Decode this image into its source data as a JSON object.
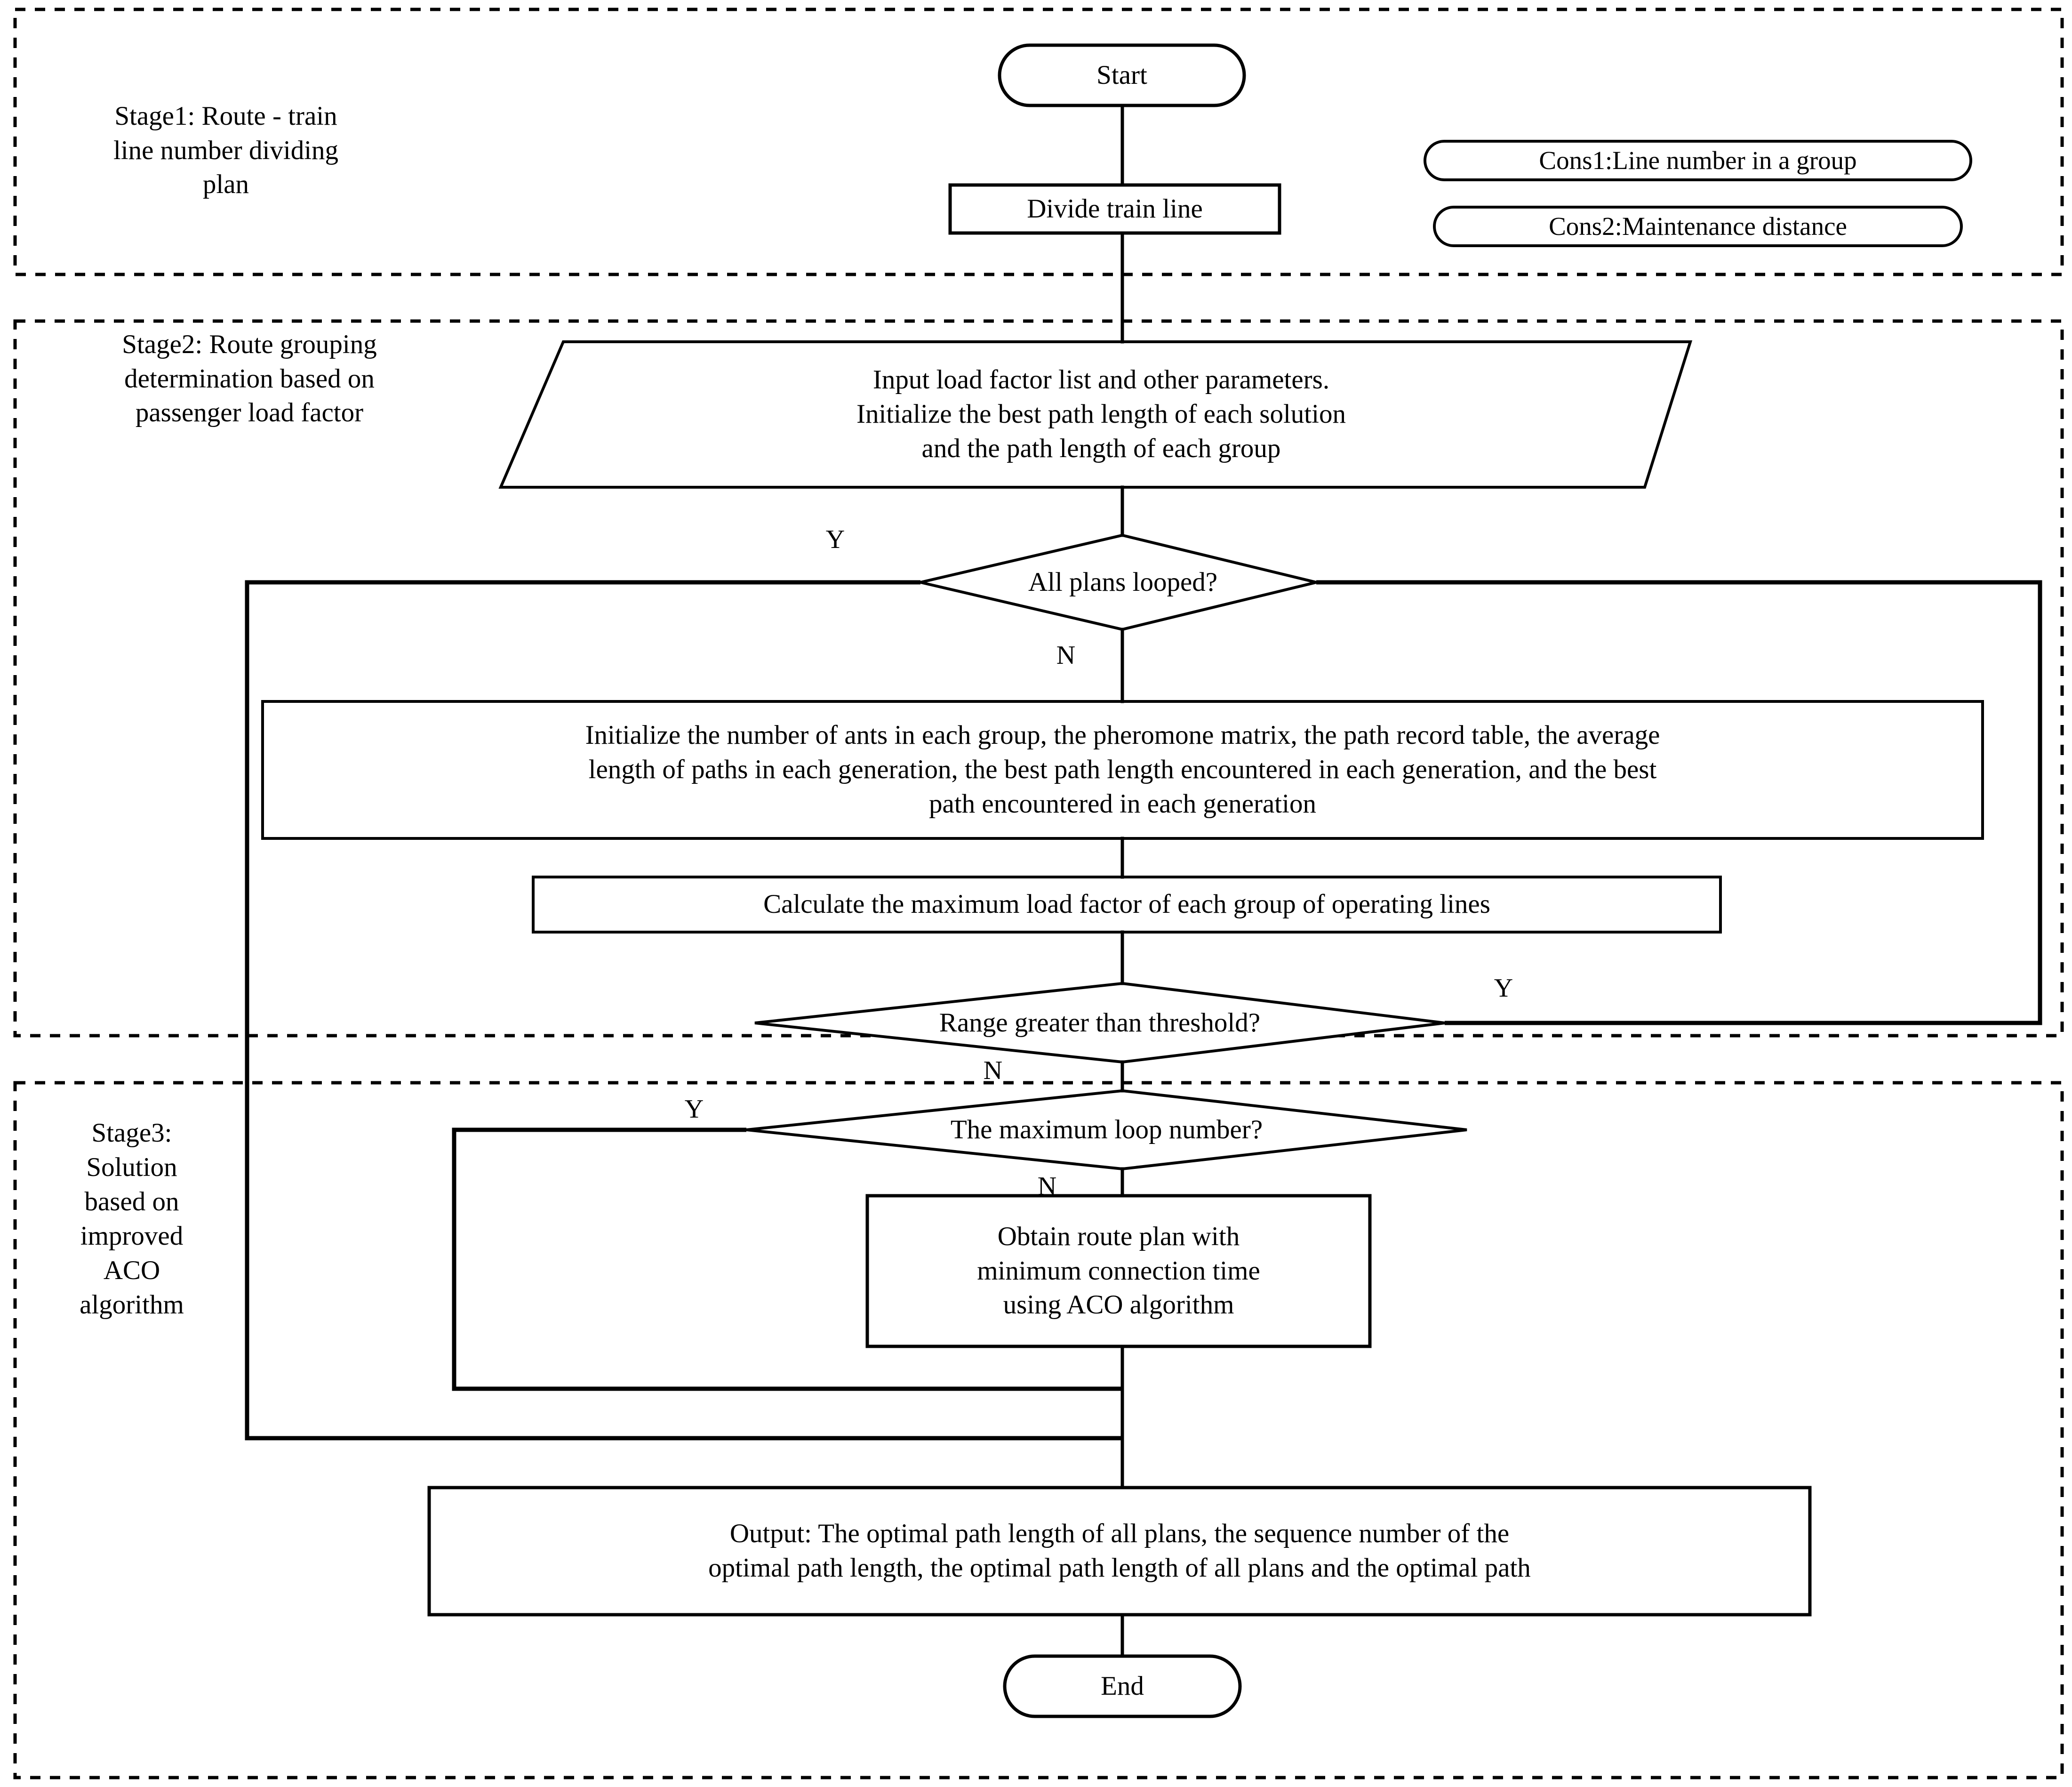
{
  "diagram": {
    "title": "Three-stage route planning flowchart",
    "stroke_color": "#000000",
    "background_color": "#ffffff"
  },
  "stages": [
    {
      "id": "stage1",
      "label": "Stage1: Route - train\nline number dividing\nplan"
    },
    {
      "id": "stage2",
      "label": "Stage2: Route grouping\ndetermination based on\npassenger load factor"
    },
    {
      "id": "stage3",
      "label": "Stage3:\nSolution\nbased on\nimproved\nACO\nalgorithm"
    }
  ],
  "constraints": [
    {
      "id": "cons1",
      "label": "Cons1:Line number in a group"
    },
    {
      "id": "cons2",
      "label": "Cons2:Maintenance distance"
    }
  ],
  "nodes": [
    {
      "id": "start",
      "shape": "terminator",
      "label": "Start"
    },
    {
      "id": "divide",
      "shape": "process",
      "label": "Divide train line"
    },
    {
      "id": "input",
      "shape": "parallelogram",
      "label": "Input load factor list and other parameters.\nInitialize the best path length of each solution\nand the path length of each group"
    },
    {
      "id": "all-looped",
      "shape": "decision",
      "label": "All plans looped?"
    },
    {
      "id": "init-ants",
      "shape": "process",
      "label": "Initialize the number of ants in each group, the pheromone matrix, the path record table, the average\nlength of paths in each generation, the best path length encountered in each generation, and the best\npath encountered in each generation"
    },
    {
      "id": "calc-load",
      "shape": "process",
      "label": "Calculate the maximum load factor of each group of operating lines"
    },
    {
      "id": "range-thr",
      "shape": "decision",
      "label": "Range greater than threshold?"
    },
    {
      "id": "max-loop",
      "shape": "decision",
      "label": "The maximum loop number?"
    },
    {
      "id": "obtain-aco",
      "shape": "process",
      "label": "Obtain route plan with\nminimum connection time\nusing ACO algorithm"
    },
    {
      "id": "output",
      "shape": "process",
      "label": "Output: The optimal path length of all plans, the sequence number of the\noptimal path length, the optimal path length of all plans and the optimal path"
    },
    {
      "id": "end",
      "shape": "terminator",
      "label": "End"
    }
  ],
  "branch_labels": [
    {
      "id": "all-looped-yes",
      "label": "Y",
      "from": "all-looped"
    },
    {
      "id": "all-looped-no",
      "label": "N",
      "from": "all-looped"
    },
    {
      "id": "range-thr-yes",
      "label": "Y",
      "from": "range-thr"
    },
    {
      "id": "range-thr-no",
      "label": "N",
      "from": "range-thr"
    },
    {
      "id": "max-loop-yes",
      "label": "Y",
      "from": "max-loop"
    },
    {
      "id": "max-loop-no",
      "label": "N",
      "from": "max-loop"
    }
  ]
}
